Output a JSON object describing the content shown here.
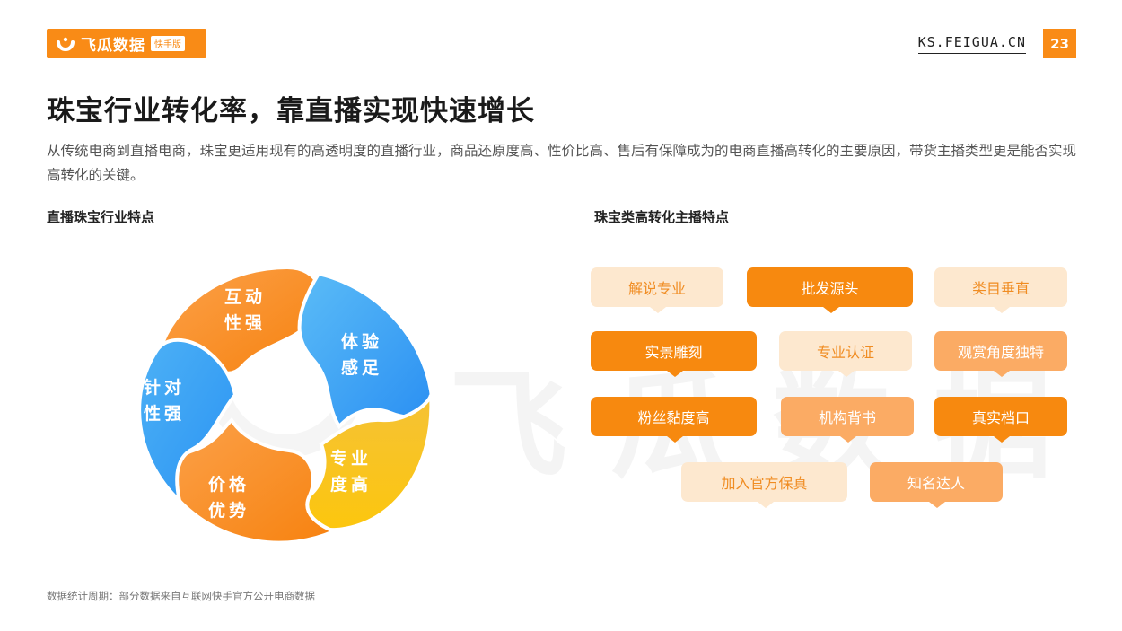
{
  "header": {
    "logo_text": "飞瓜数据",
    "logo_badge": "快手版",
    "site": "KS.FEIGUA.CN",
    "page_number": "23"
  },
  "title": "珠宝行业转化率，靠直播实现快速增长",
  "description": "从传统电商到直播电商，珠宝更适用现有的高透明度的直播行业，商品还原度高、性价比高、售后有保障成为的电商直播高转化的主要原因，带货主播类型更是能否实现高转化的关键。",
  "left_section": {
    "heading": "直播珠宝行业特点",
    "segments": [
      {
        "line1": "互动",
        "line2": "性强",
        "color": "#f98a2c"
      },
      {
        "line1": "体验",
        "line2": "感足",
        "color": "#3aa6f5"
      },
      {
        "line1": "专业",
        "line2": "度高",
        "color": "#f7bd1e"
      },
      {
        "line1": "价格",
        "line2": "优势",
        "color": "#f98a2c"
      },
      {
        "line1": "针对",
        "line2": "性强",
        "color": "#3aa6f5"
      }
    ]
  },
  "right_section": {
    "heading": "珠宝类高转化主播特点",
    "tags": [
      {
        "label": "解说专业",
        "style": "light"
      },
      {
        "label": "批发源头",
        "style": "dark"
      },
      {
        "label": "类目垂直",
        "style": "light"
      },
      {
        "label": "实景雕刻",
        "style": "dark"
      },
      {
        "label": "专业认证",
        "style": "light"
      },
      {
        "label": "观赏角度独特",
        "style": "mid"
      },
      {
        "label": "粉丝黏度高",
        "style": "dark"
      },
      {
        "label": "机构背书",
        "style": "mid"
      },
      {
        "label": "真实档口",
        "style": "dark"
      },
      {
        "label": "加入官方保真",
        "style": "light"
      },
      {
        "label": "知名达人",
        "style": "mid"
      }
    ]
  },
  "watermark": "飞瓜数据",
  "footer": "数据统计周期：部分数据来自互联网快手官方公开电商数据"
}
